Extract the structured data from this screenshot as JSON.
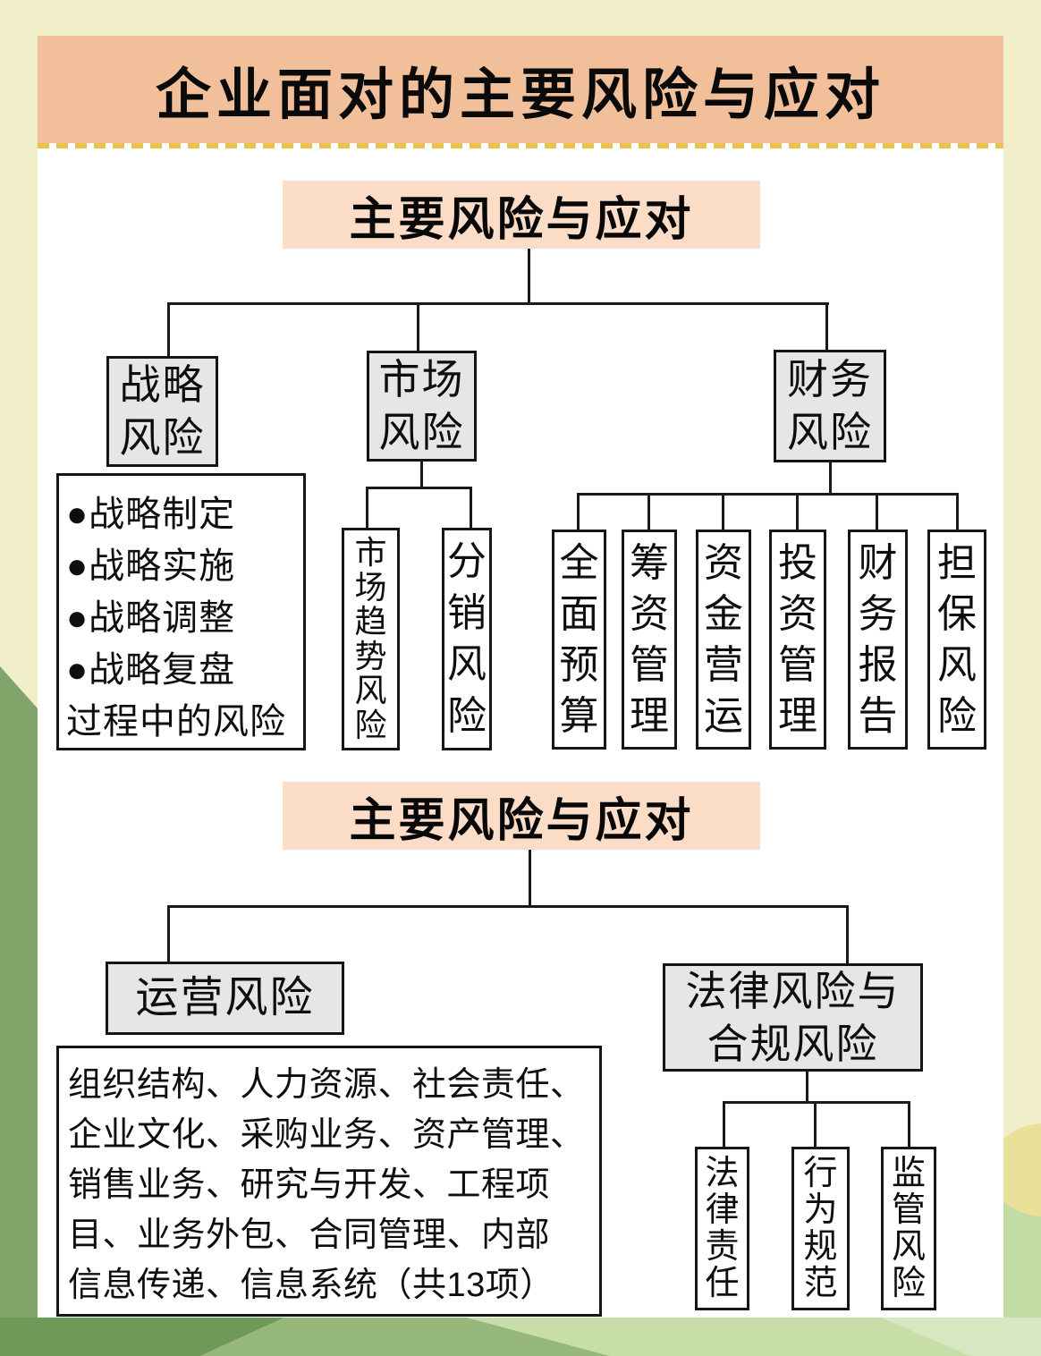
{
  "banner": {
    "title": "企业面对的主要风险与应对"
  },
  "section1": {
    "header": "主要风险与应对",
    "strategic": {
      "line1": "战略",
      "line2": "风险"
    },
    "market": {
      "line1": "市场",
      "line2": "风险"
    },
    "finance": {
      "line1": "财务",
      "line2": "风险"
    },
    "strategic_details": [
      "●战略制定",
      "●战略实施",
      "●战略调整",
      "●战略复盘",
      "过程中的风险"
    ],
    "market_children": [
      "市场趋势风险",
      "分销风险"
    ],
    "finance_children": [
      "全面预算",
      "筹资管理",
      "资金营运",
      "投资管理",
      "财务报告",
      "担保风险"
    ]
  },
  "section2": {
    "header": "主要风险与应对",
    "operational": {
      "label": "运营风险",
      "details": [
        "组织结构、人力资源、社会责任、",
        "企业文化、采购业务、资产管理、",
        "销售业务、研究与开发、工程项",
        "目、业务外包、合同管理、内部",
        "信息传递、信息系统（共13项）"
      ]
    },
    "legal": {
      "line1": "法律风险与",
      "line2": "合规风险",
      "children": [
        "法律责任",
        "行为规范",
        "监管风险"
      ]
    }
  },
  "colors": {
    "banner_bg": "#F2BF9B",
    "banner_dash": "#E8C14E",
    "section_header_bg": "#FBDCC6",
    "node_fill": "#E6E6E6",
    "card_bg": "#FFFFFF",
    "background_cream": "#F1EFC9",
    "line_color": "#1A1A1A",
    "green_left_strip": "#7FA56A",
    "green_bottom_dark": "#6E9959",
    "green_bottom_mid": "#96B87D",
    "green_bottom_light": "#C7DEA8",
    "green_bottom_lighter": "#D7E7C2",
    "green_right_strip": "#C3DCA5",
    "yellow_blob": "#E9E099"
  }
}
